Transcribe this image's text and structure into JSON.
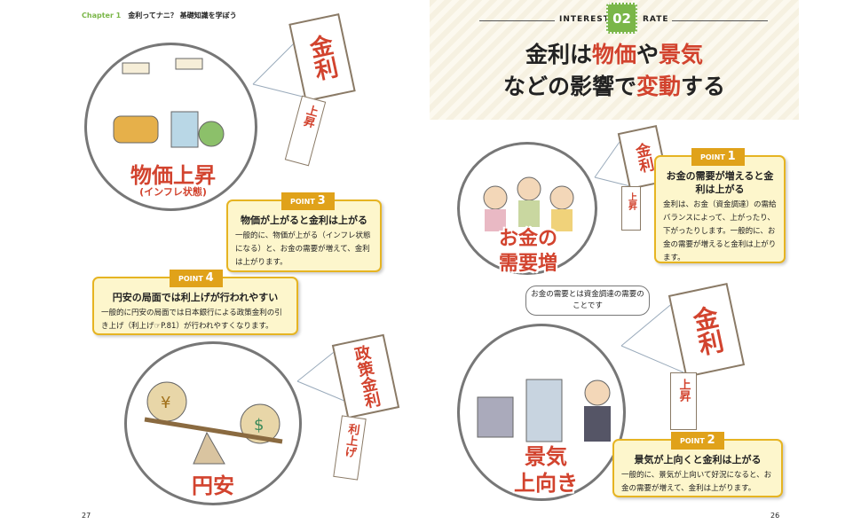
{
  "header": {
    "chapter": "Chapter 1",
    "title": "金利ってナニ？ 基礎知識を学ぼう"
  },
  "section": {
    "left": "Interest",
    "number": "02",
    "right": "rate"
  },
  "title": {
    "line1_a": "金利は",
    "line1_b": "物価",
    "line1_c": "や",
    "line1_d": "景気",
    "line2_a": "などの影響で",
    "line2_b": "変動",
    "line2_c": "する"
  },
  "illustrations": {
    "inflation": {
      "label": "物価上昇",
      "sub": "(インフレ状態)",
      "kite": "金利",
      "tail": "上昇"
    },
    "yen": {
      "label": "円安",
      "kite": "政策金利",
      "tail": "利上げ"
    },
    "demand": {
      "label_1": "お金の",
      "label_2": "需要増",
      "kite": "金利",
      "tail": "上昇"
    },
    "economy": {
      "label_1": "景気",
      "label_2": "上向き",
      "kite": "金利",
      "tail": "上昇",
      "bubble": "お金の需要とは資金調達の需要のことです"
    }
  },
  "points": [
    {
      "label": "POINT",
      "num": "1",
      "title": "お金の需要が増えると金利は上がる",
      "body": "金利は、お金（資金調達）の需給バランスによって、上がったり、下がったりします。一般的に、お金の需要が増えると金利は上がります。"
    },
    {
      "label": "POINT",
      "num": "2",
      "title": "景気が上向くと金利は上がる",
      "body": "一般的に、景気が上向いて好況になると、お金の需要が増えて、金利は上がります。"
    },
    {
      "label": "POINT",
      "num": "3",
      "title": "物価が上がると金利は上がる",
      "body": "一般的に、物価が上がる（インフレ状態になる）と、お金の需要が増えて、金利は上がります。"
    },
    {
      "label": "POINT",
      "num": "4",
      "title": "円安の局面では利上げが行われやすい",
      "body": "一般的に円安の局面では日本銀行による政策金利の引き上げ（利上げ☞P.81）が行われやすくなります。"
    }
  ],
  "pages": {
    "left": "27",
    "right": "26"
  },
  "colors": {
    "accent": "#d2432e",
    "green": "#7ab648",
    "gold": "#e0a21a",
    "box": "#fdf6cc"
  }
}
